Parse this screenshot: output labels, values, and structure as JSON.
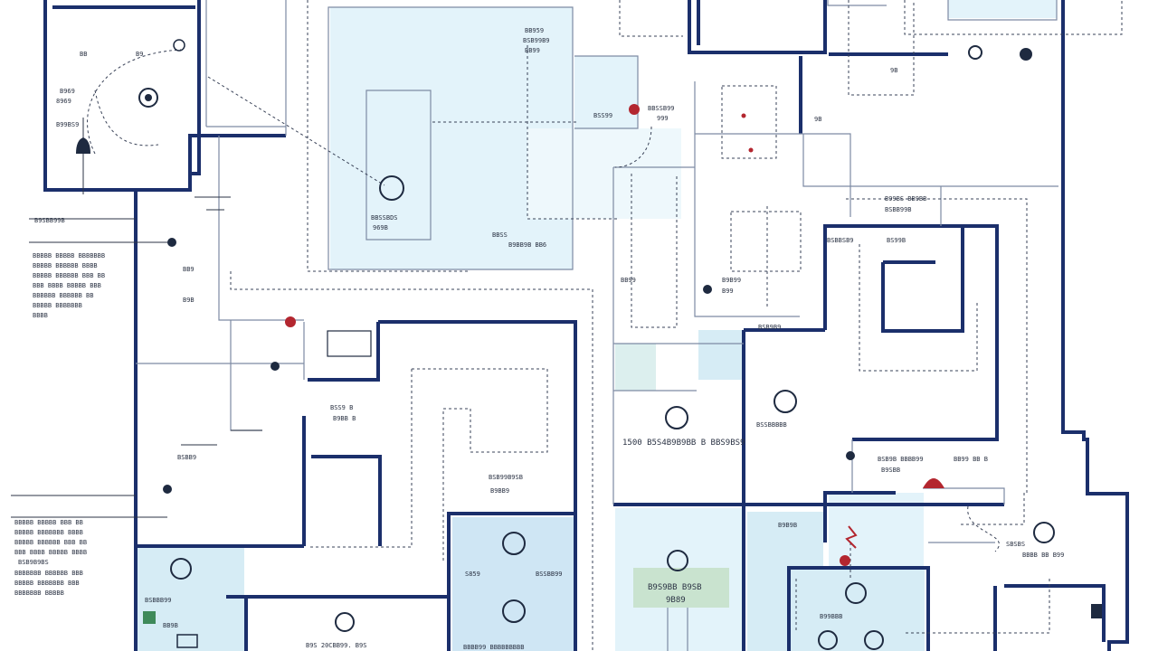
{
  "labels": {
    "l01": "BB959",
    "l02": "BSB99B9",
    "l03": "BB99",
    "l04": "BB",
    "l05": "B9",
    "l06": "B969",
    "l07": "8969",
    "l08": "BSS99",
    "l09": "999",
    "l10": "BBSSB99",
    "l11": "BBSSBDS",
    "l12": "969B",
    "l13": "BBSS",
    "l14": "B9BB9B BB6",
    "l15": "B9SBB99B",
    "l16": "BB9",
    "l17": "B9B",
    "l18": "BSS9 B",
    "l19": "B9BB B",
    "l20": "BSBB9",
    "l21": "BSB99B9SB",
    "l22": "B9BB9",
    "l23": "BB99",
    "l24": "B9B99",
    "l25": "B99",
    "l26": "BSBBSB9",
    "l27": "BS99B",
    "l28": "B99BS BB9BB",
    "l29": "BSBB99B",
    "l30": "1500 B5S4B9B9BB B BBS9BS9",
    "l31": "BSSBBBBB",
    "l32": "BSB9B BBBB99",
    "l33": "B9SBB",
    "l34": "BB99 BB B",
    "l35": "B9B9B",
    "l36": "SBSBS",
    "l37": "BBBB BB B99",
    "l38": "S859",
    "l39": "BSSBB99",
    "l40": "B9S9BB B9SB",
    "l41": "9B89",
    "l42": "B99BBB",
    "l43": "BSBBB99",
    "l44": "BB9B",
    "l45": "B9S 20CBB99. B9S",
    "l46": "BBBB99 BBBBBBBBB",
    "l47": "BSB9B9",
    "l48": "BSB9B9BS",
    "l49": "B99BS9",
    "l50": "9B",
    "l51": "9B"
  },
  "notes": [
    "BBBBB BBBBB BBBBBBB",
    "BBBBB BBBBBB BBBB",
    "BBBBB BBBBBB BBB BB",
    "BBB BBBB BBBBB BBB",
    "BBBBBB BBBBBB BB",
    "BBBBB BBBBBBB",
    "BBBB"
  ],
  "notes2": [
    "BBBBB BBBBB BBB BB",
    "BBBBB BBBBBBB BBBB",
    "BBBBB BBBBBB BBB BB",
    "BBB BBBB BBBBB BBBB",
    "BBBBBBB BBBBBB BBB",
    "BBBBB BBBBBBB BBB",
    "BBBBBBB BBBBB"
  ],
  "colors": {
    "wall": "#1b2f6b",
    "room_light": "#e3f3fa",
    "room_mid": "#cfe6f4",
    "room_green": "#c9e3cf",
    "marker_red": "#b3262f"
  }
}
